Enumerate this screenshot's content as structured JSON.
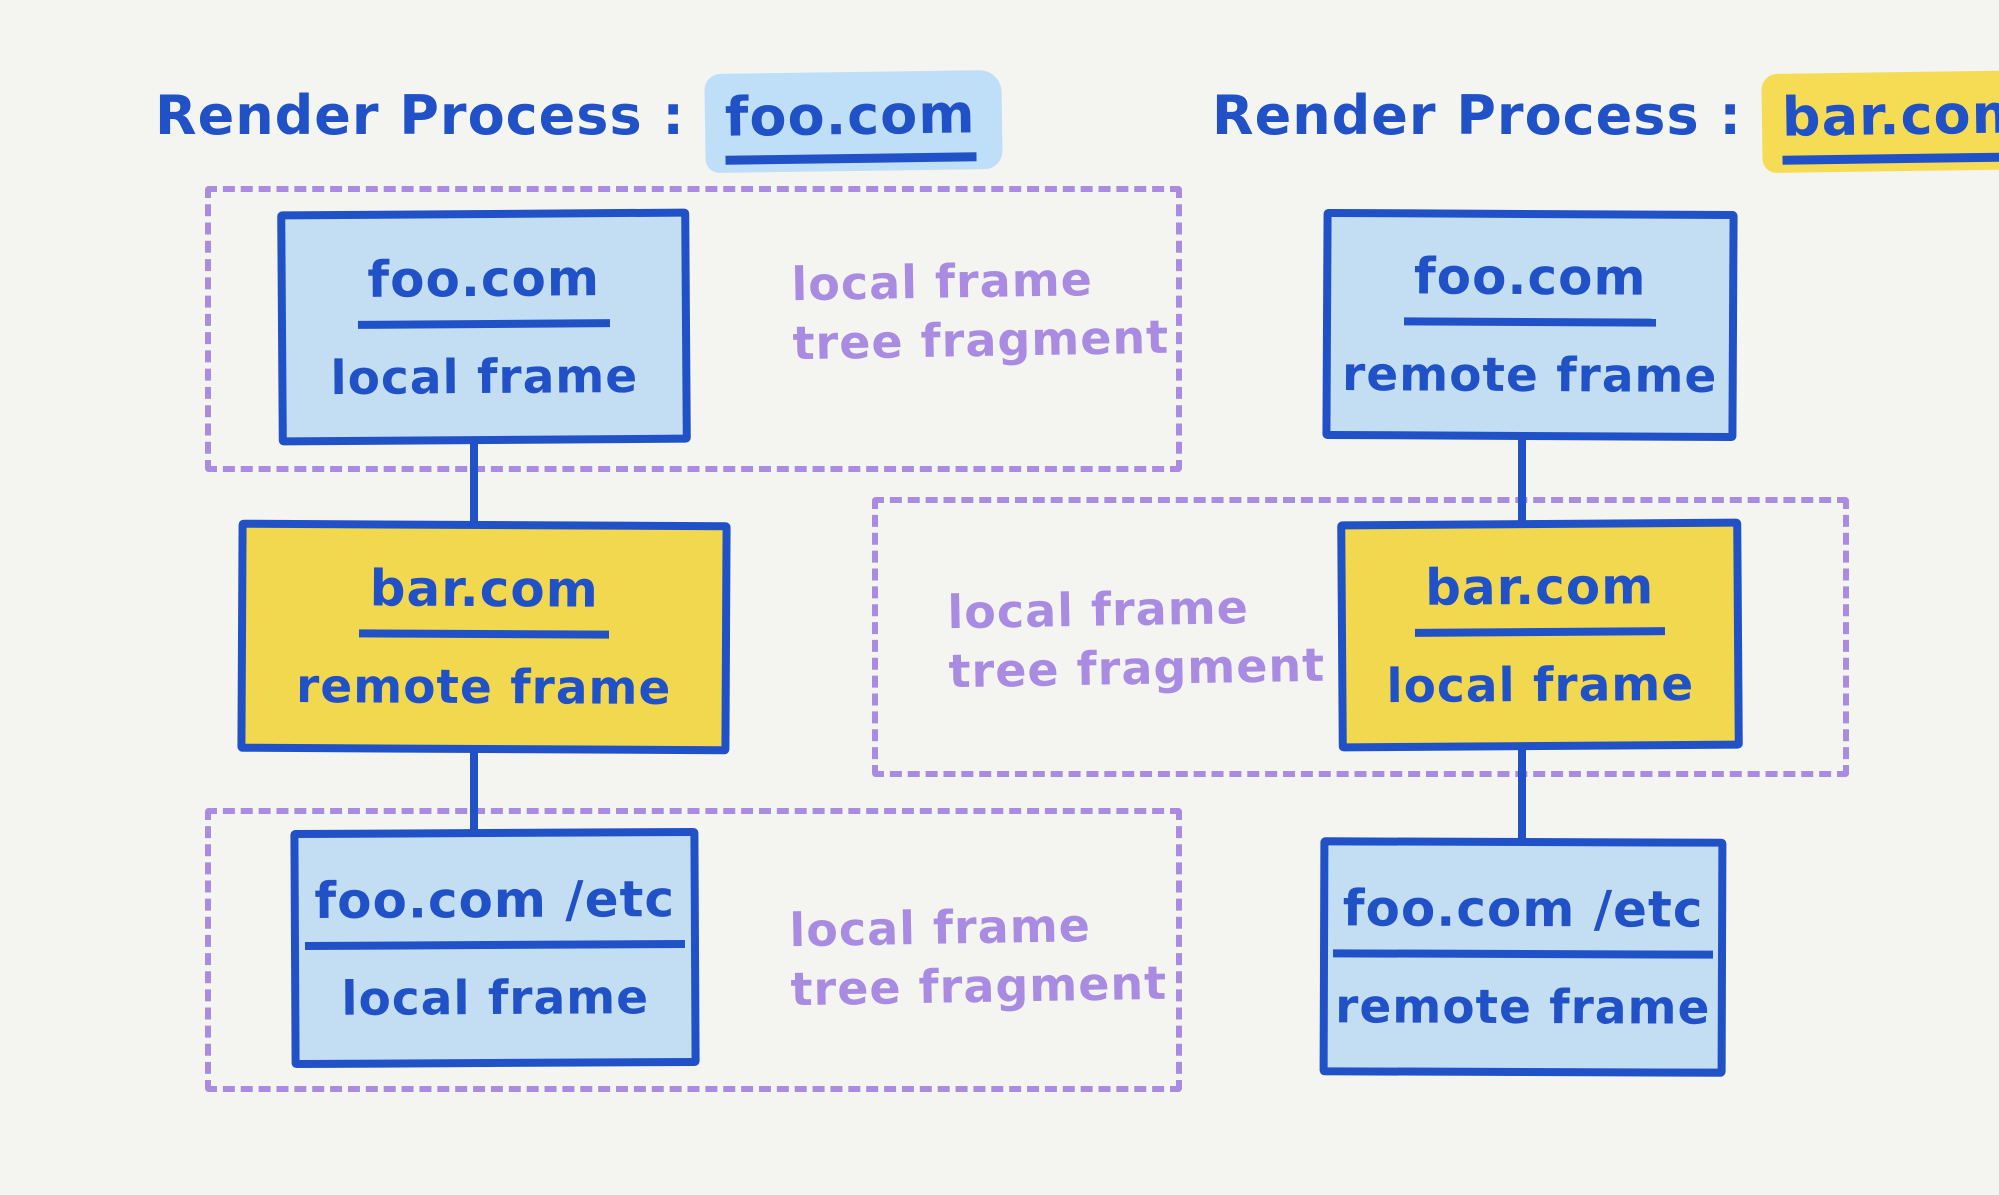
{
  "colors": {
    "background": "#f4f4f1",
    "blue-stroke": "#2151c7",
    "blue-fill": "#c3ddf2",
    "yellow-fill": "#f2d84e",
    "purple": "#a98ce2",
    "highlight-blue": "#bfdef7",
    "highlight-yellow": "#f6dc55"
  },
  "left": {
    "title": {
      "prefix": "Render Process :",
      "domain": "foo.com"
    },
    "nodes": [
      {
        "domain": "foo.com",
        "type": "local frame"
      },
      {
        "domain": "bar.com",
        "type": "remote frame"
      },
      {
        "domain": "foo.com /etc",
        "type": "local frame"
      }
    ],
    "fragments": [
      {
        "line1": "local frame",
        "line2": "tree fragment"
      },
      {
        "line1": "local frame",
        "line2": "tree fragment"
      }
    ]
  },
  "right": {
    "title": {
      "prefix": "Render Process :",
      "domain": "bar.com"
    },
    "nodes": [
      {
        "domain": "foo.com",
        "type": "remote frame"
      },
      {
        "domain": "bar.com",
        "type": "local frame"
      },
      {
        "domain": "foo.com /etc",
        "type": "remote frame"
      }
    ],
    "fragments": [
      {
        "line1": "local frame",
        "line2": "tree fragment"
      }
    ]
  }
}
